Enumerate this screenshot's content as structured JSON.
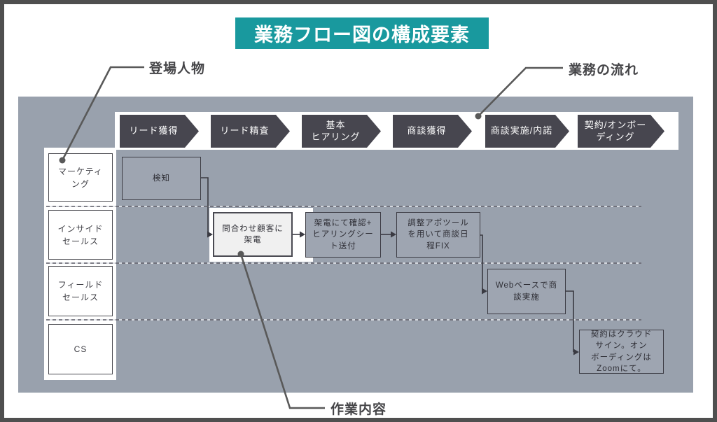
{
  "title": "業務フロー図の構成要素",
  "callouts": {
    "actors": "登場人物",
    "flow": "業務の流れ",
    "task": "作業内容"
  },
  "phases": [
    [
      "リード獲得"
    ],
    [
      "リード精査"
    ],
    [
      "基本",
      "ヒアリング"
    ],
    [
      "商談獲得"
    ],
    [
      "商談実施/内諾"
    ],
    [
      "契約/オンボー",
      "ディング"
    ]
  ],
  "lanes": [
    [
      "マーケティ",
      "ング"
    ],
    [
      "インサイド",
      "セールス"
    ],
    [
      "フィールド",
      "セールス"
    ],
    [
      "CS"
    ]
  ],
  "tasks": {
    "detect": [
      "検知"
    ],
    "call_customer": [
      "問合わせ顧客に",
      "架電"
    ],
    "confirm_send_sheet": [
      "架電にて確認+",
      "ヒアリングシー",
      "ト送付"
    ],
    "schedule_fix": [
      "調整アポツール",
      "を用いて商談日",
      "程FIX"
    ],
    "web_meeting": [
      "Webベースで商",
      "談実施"
    ],
    "contract_onboarding": [
      "契約はクラウド",
      "サイン。オン",
      "ボーディングは",
      "Zoomにて。"
    ]
  },
  "colors": {
    "accent_teal": "#19999e",
    "panel_gray": "#99a1ad",
    "chevron_dark": "#47464f",
    "task_box_gray": "#9ea5b1",
    "task_box_highlight": "#f0f0f0",
    "border_dark": "#3c3c44",
    "callout_line": "#595959"
  }
}
